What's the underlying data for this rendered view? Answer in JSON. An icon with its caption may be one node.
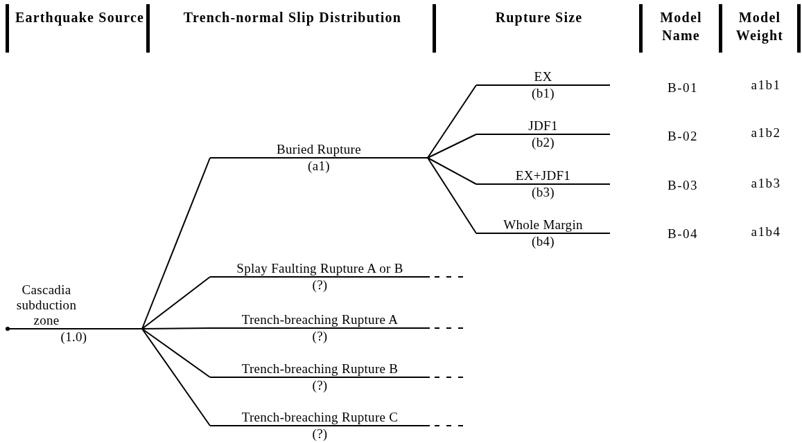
{
  "diagram": {
    "nodes": [
      {
        "text": [
          "Cascadia subduction zone",
          "(1.0)"
        ]
      },
      {
        "text": [
          "Buried Rupture",
          "(a1)"
        ]
      },
      {
        "text": [
          "EX",
          "(b1)"
        ]
      },
      {
        "text": [
          "JDF1",
          "(b2)"
        ]
      },
      {
        "text": [
          "EX+JDF1",
          "(b3)"
        ]
      },
      {
        "text": [
          "Whole Margin",
          "(b4)"
        ]
      },
      {
        "text": [
          "Splay Faulting Rupture A or B",
          "(?)"
        ]
      },
      {
        "text": [
          "Trench-breaching Rupture A",
          "(?)"
        ]
      },
      {
        "text": [
          "Trench-breaching Rupture B",
          "(?)"
        ]
      },
      {
        "text": [
          "Trench-breaching Rupture C",
          "(?)"
        ]
      }
    ],
    "edges": [
      {
        "from": 0,
        "to": 1,
        "arrow": "none"
      },
      {
        "from": 1,
        "to": 2,
        "arrow": "none"
      },
      {
        "from": 1,
        "to": 3,
        "arrow": "none"
      },
      {
        "from": 1,
        "to": 4,
        "arrow": "none"
      },
      {
        "from": 1,
        "to": 5,
        "arrow": "none"
      },
      {
        "from": 0,
        "to": 6,
        "arrow": "none"
      },
      {
        "from": 0,
        "to": 7,
        "arrow": "none"
      },
      {
        "from": 0,
        "to": 8,
        "arrow": "none"
      },
      {
        "from": 0,
        "to": 9,
        "arrow": "none"
      },
      {
        "from": 6,
        "to": null,
        "arrow": "none",
        "style": "dashed"
      },
      {
        "from": 7,
        "to": null,
        "arrow": "none",
        "style": "dashed"
      },
      {
        "from": 8,
        "to": null,
        "arrow": "none",
        "style": "dashed"
      },
      {
        "from": 9,
        "to": null,
        "arrow": "none",
        "style": "dashed"
      }
    ],
    "labels": [
      "Earthquake Source",
      "Trench-normal Slip Distribution",
      "Rupture Size",
      "Model Name",
      "Model Weight",
      "B-01",
      "a1b1",
      "B-02",
      "a1b2",
      "B-03",
      "a1b3",
      "B-04",
      "a1b4"
    ]
  }
}
